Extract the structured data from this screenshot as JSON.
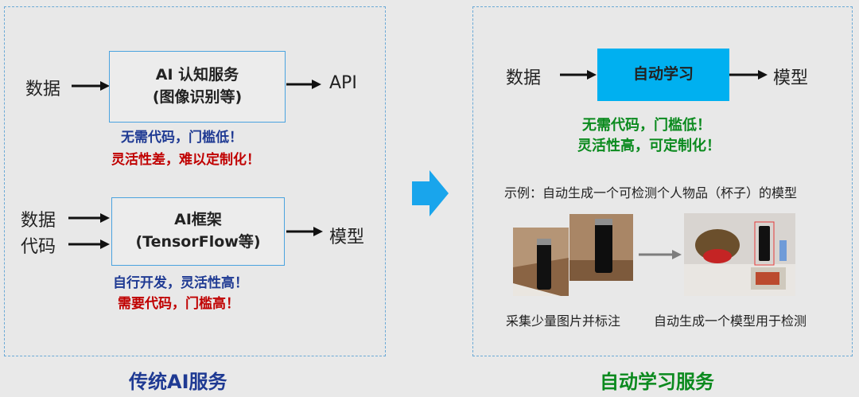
{
  "left": {
    "title": "传统AI服务",
    "row1": {
      "input": "数据",
      "box_line1": "AI 认知服务",
      "box_line2": "(图像识别等)",
      "output": "API",
      "note_blue": "无需代码，门槛低！",
      "note_red": "灵活性差，难以定制化！"
    },
    "row2": {
      "input1": "数据",
      "input2": "代码",
      "box_line1": "AI框架",
      "box_line2": "(TensorFlow等)",
      "output": "模型",
      "note_blue": "自行开发，灵活性高！",
      "note_red": "需要代码，门槛高！"
    }
  },
  "right": {
    "title": "自动学习服务",
    "input": "数据",
    "box": "自动学习",
    "output": "模型",
    "note1": "无需代码，门槛低！",
    "note2": "灵活性高，可定制化！",
    "example": "示例：自动生成一个可检测个人物品（杯子）的模型",
    "caption_left": "采集少量图片并标注",
    "caption_right": "自动生成一个模型用于检测"
  },
  "colors": {
    "accent_blue": "#00b0f0",
    "text_blue": "#1f3a93",
    "text_red": "#c00000",
    "text_green": "#0b8a1e",
    "panel_border": "#6aa9d6"
  },
  "icons": {
    "center_arrow": "right-arrow-icon"
  }
}
